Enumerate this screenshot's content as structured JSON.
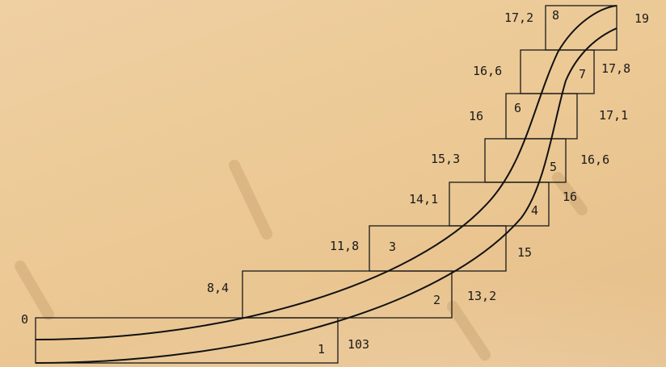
{
  "diagram": {
    "origin_label": "0",
    "steps": [
      {
        "step": "1",
        "left_value": "",
        "right_value": "103"
      },
      {
        "step": "2",
        "left_value": "8,4",
        "right_value": "13,2"
      },
      {
        "step": "3",
        "left_value": "11,8",
        "right_value": "15"
      },
      {
        "step": "4",
        "left_value": "14,1",
        "right_value": "16"
      },
      {
        "step": "5",
        "left_value": "15,3",
        "right_value": "16,6"
      },
      {
        "step": "6",
        "left_value": "16",
        "right_value": "17,1"
      },
      {
        "step": "7",
        "left_value": "16,6",
        "right_value": "17,8"
      },
      {
        "step": "8",
        "left_value": "17,2",
        "right_value": "19"
      }
    ]
  }
}
